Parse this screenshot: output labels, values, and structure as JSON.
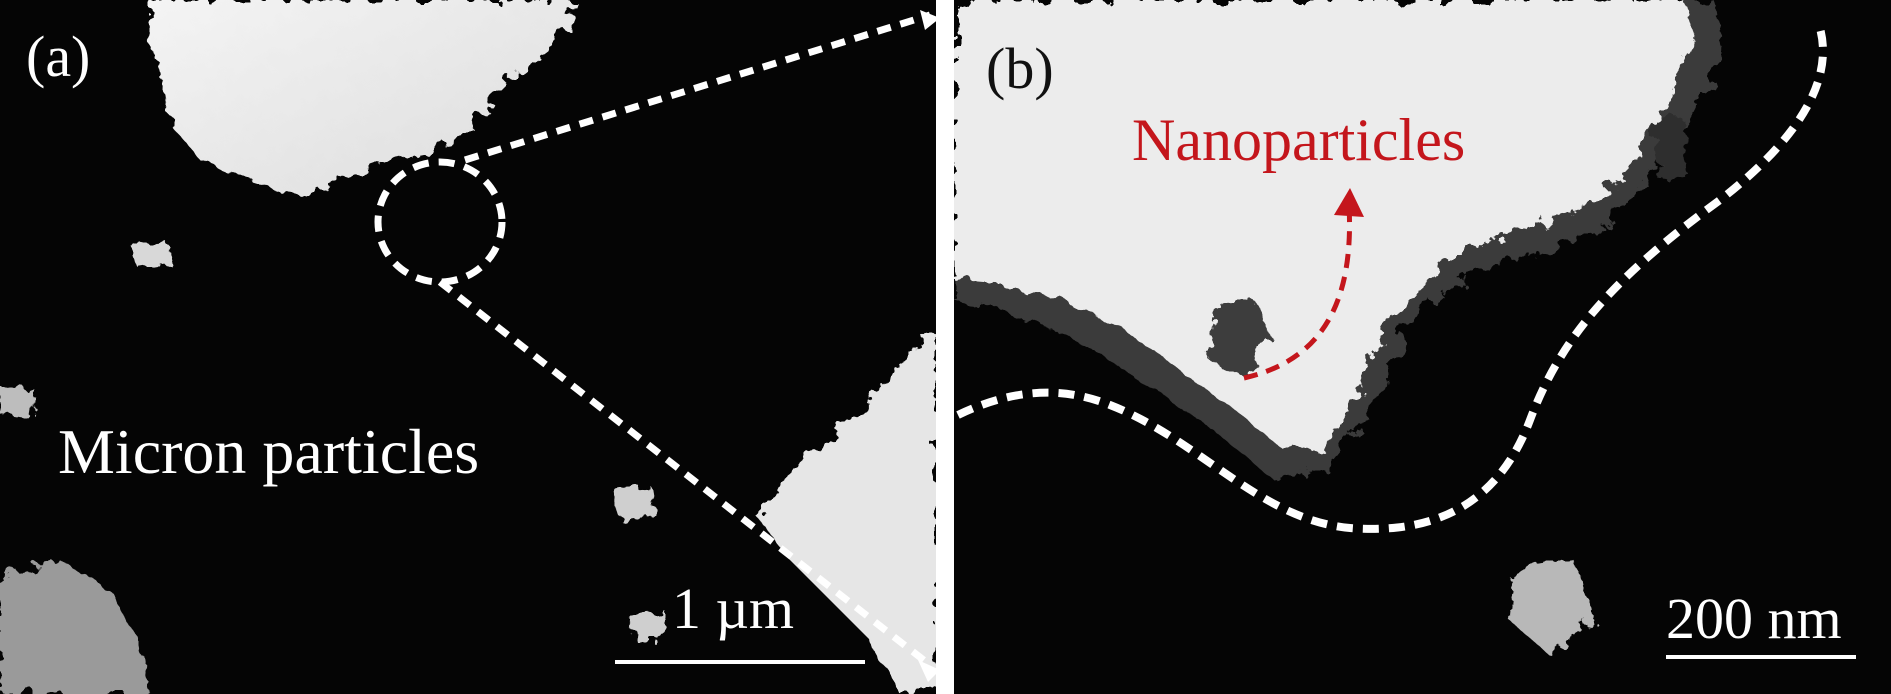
{
  "panels": {
    "a": {
      "letter": "(a)",
      "particle_label": "Micron particles",
      "scale_label": "1 µm"
    },
    "b": {
      "letter": "(b)",
      "particle_label": "Nanoparticles",
      "scale_label": "200 nm"
    }
  },
  "colors": {
    "annotation": "#c4161c",
    "background_light": "#eeeeee",
    "particle_dark": "#050505",
    "dashes": "#ffffff"
  }
}
